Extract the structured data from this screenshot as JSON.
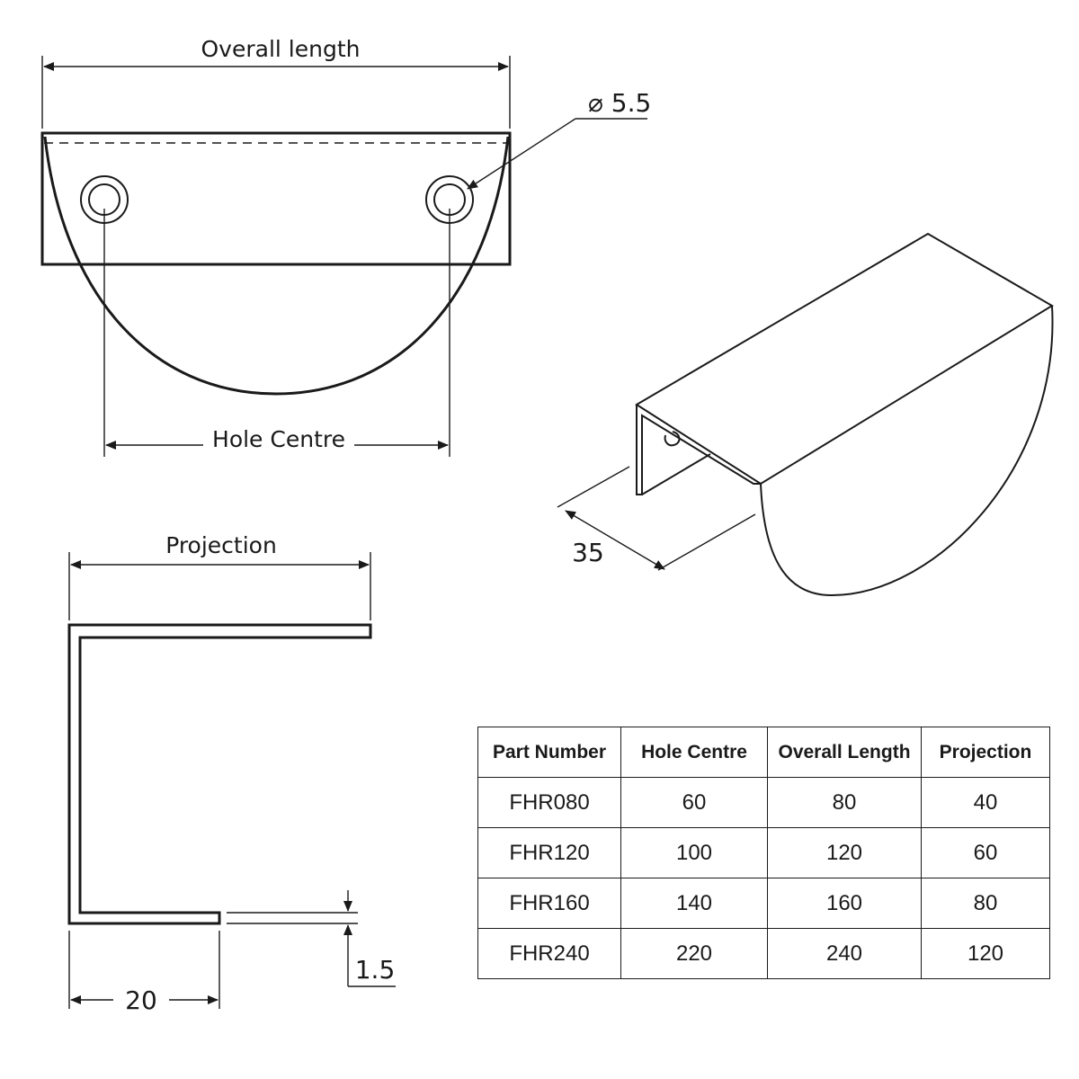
{
  "front_view": {
    "overall_length_label": "Overall length",
    "hole_diameter_label": "⌀ 5.5",
    "hole_centre_label": "Hole Centre"
  },
  "iso_view": {
    "depth_label": "35"
  },
  "side_view": {
    "projection_label": "Projection",
    "height_label": "20",
    "thickness_label": "1.5"
  },
  "table": {
    "headers": [
      "Part Number",
      "Hole Centre",
      "Overall Length",
      "Projection"
    ],
    "rows": [
      [
        "FHR080",
        "60",
        "80",
        "40"
      ],
      [
        "FHR120",
        "100",
        "120",
        "60"
      ],
      [
        "FHR160",
        "140",
        "160",
        "80"
      ],
      [
        "FHR240",
        "220",
        "240",
        "120"
      ]
    ]
  }
}
